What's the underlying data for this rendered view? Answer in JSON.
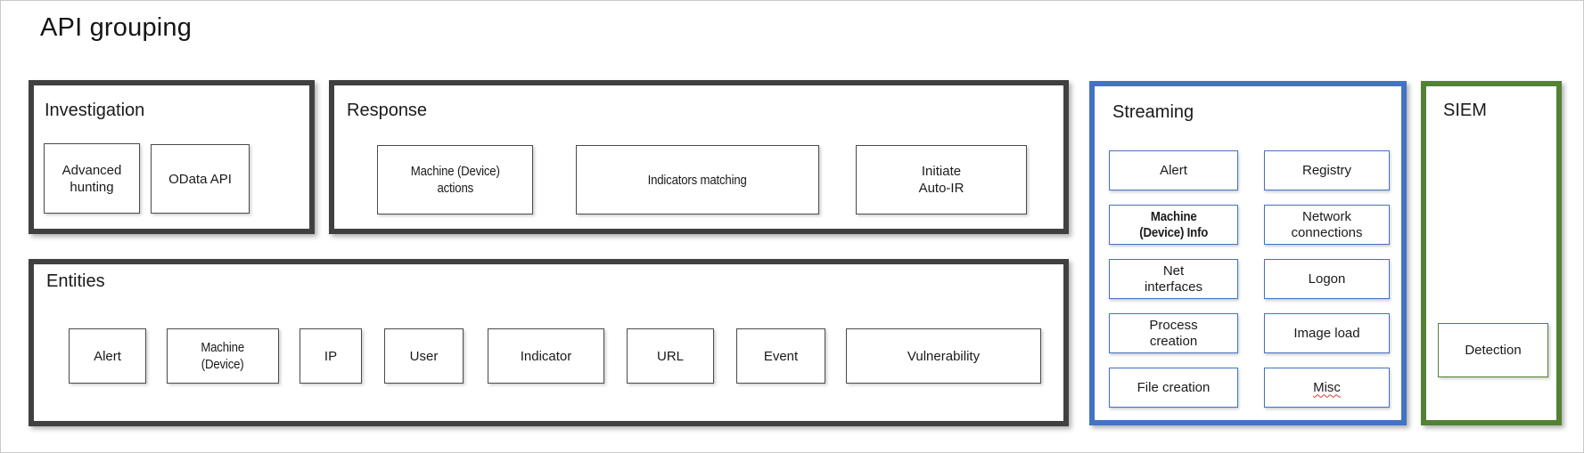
{
  "title": "API grouping",
  "groups": {
    "investigation": {
      "label": "Investigation",
      "items": [
        "Advanced\nhunting",
        "OData API"
      ]
    },
    "response": {
      "label": "Response",
      "items": [
        "Machine (Device)\nactions",
        "Indicators matching",
        "Initiate\nAuto-IR"
      ]
    },
    "entities": {
      "label": "Entities",
      "items": [
        "Alert",
        "Machine\n(Device)",
        "IP",
        "User",
        "Indicator",
        "URL",
        "Event",
        "Vulnerability"
      ]
    },
    "streaming": {
      "label": "Streaming",
      "items": [
        "Alert",
        "Registry",
        "Machine\n(Device) Info",
        "Network\nconnections",
        "Net\ninterfaces",
        "Logon",
        "Process\ncreation",
        "Image load",
        "File creation",
        "Misc"
      ]
    },
    "siem": {
      "label": "SIEM",
      "items": [
        "Detection"
      ]
    }
  },
  "colors": {
    "dark_group_border": "#404040",
    "streaming_border": "#4472C4",
    "siem_border": "#538135",
    "misspell_underline": "#D83B2F",
    "canvas_border": "#C9C9C9",
    "text": "#1A1A1A"
  }
}
